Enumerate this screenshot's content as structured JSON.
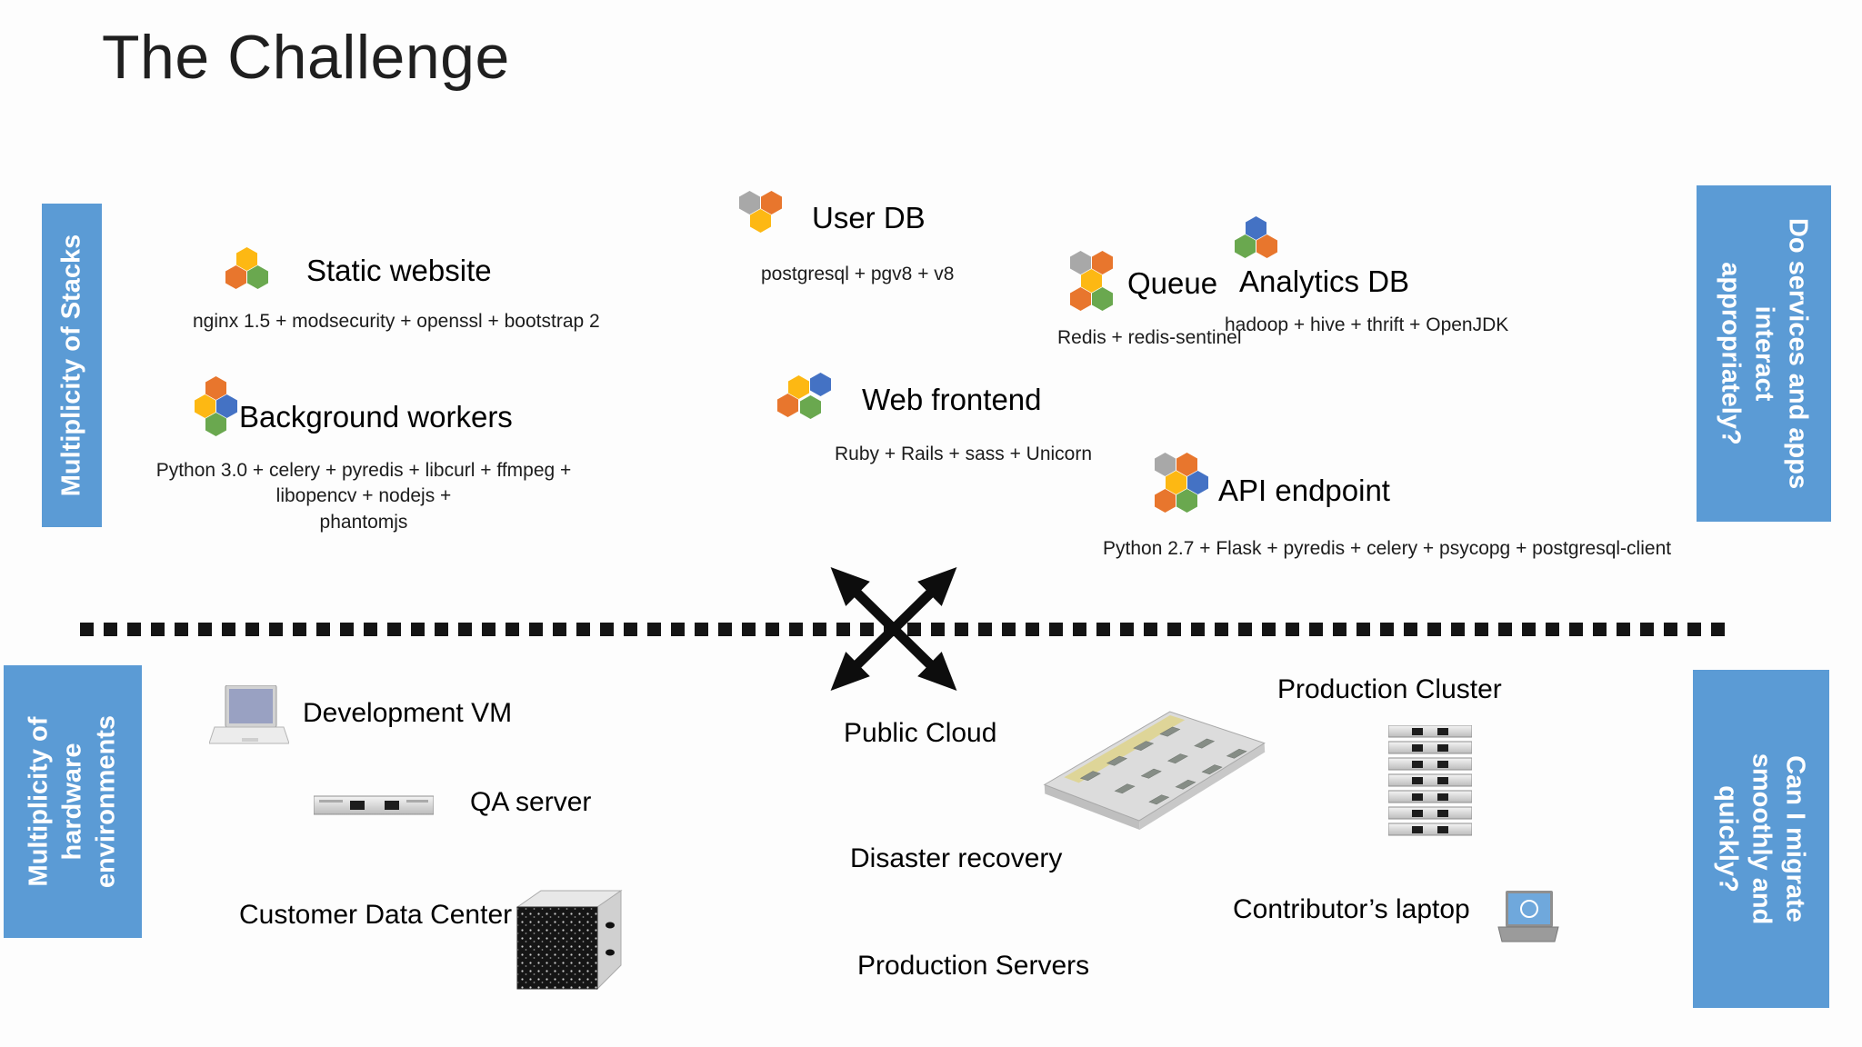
{
  "slide_title": "The Challenge",
  "palette": {
    "yellow": "#FDB813",
    "orange": "#E8762D",
    "green": "#6AA84F",
    "blue": "#4472C4",
    "gray": "#A8A8A8",
    "bar_blue": "#5B9BD5",
    "ink": "#0d0d0d"
  },
  "side_bars": {
    "top_left": "Multiplicity of Stacks",
    "bottom_left": "Multiplicity of\nhardware\nenvironments",
    "top_right": "Do services and apps\ninteract\nappropriately?",
    "bottom_right": "Can I migrate\nsmoothly and\nquickly?"
  },
  "services": [
    {
      "name": "Static website",
      "stack": "nginx 1.5 + modsecurity + openssl + bootstrap 2"
    },
    {
      "name": "User DB",
      "stack": "postgresql + pgv8 + v8"
    },
    {
      "name": "Queue",
      "stack": "Redis + redis-sentinel"
    },
    {
      "name": "Analytics DB",
      "stack": "hadoop + hive + thrift + OpenJDK"
    },
    {
      "name": "Background workers",
      "stack": "Python 3.0 + celery + pyredis + libcurl + ffmpeg + libopencv + nodejs +\nphantomjs"
    },
    {
      "name": "Web frontend",
      "stack": "Ruby + Rails + sass + Unicorn"
    },
    {
      "name": "API endpoint",
      "stack": "Python 2.7 + Flask + pyredis + celery + psycopg + postgresql-client"
    }
  ],
  "environments": [
    {
      "label": "Development VM"
    },
    {
      "label": "QA server"
    },
    {
      "label": "Customer Data Center"
    },
    {
      "label": "Public Cloud"
    },
    {
      "label": "Disaster recovery"
    },
    {
      "label": "Production Servers"
    },
    {
      "label": "Production Cluster"
    },
    {
      "label": "Contributor’s laptop"
    }
  ]
}
